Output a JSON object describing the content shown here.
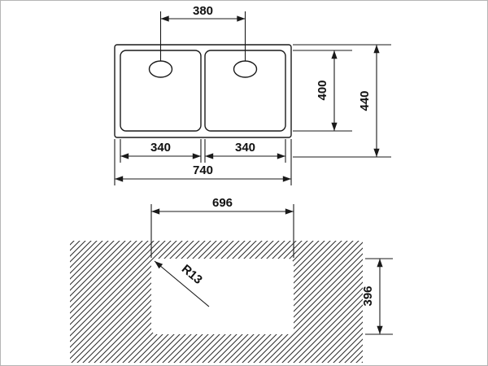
{
  "drawing": {
    "colors": {
      "line": "#1a1a1a",
      "background": "#ffffff"
    },
    "top_view": {
      "dim_drain_spacing": "380",
      "dim_left_bowl_width": "340",
      "dim_right_bowl_width": "340",
      "dim_overall_width": "740",
      "dim_bowl_depth": "400",
      "dim_overall_depth": "440"
    },
    "cutout_view": {
      "dim_cutout_width": "696",
      "dim_corner_radius": "R13",
      "dim_cutout_depth": "396"
    }
  }
}
